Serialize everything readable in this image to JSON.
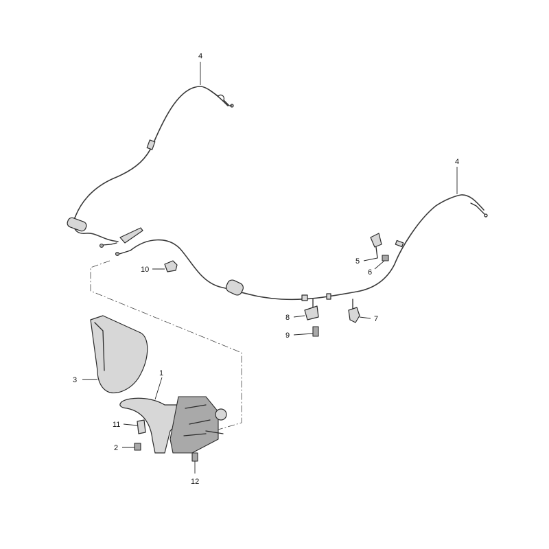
{
  "callouts": {
    "c1": "1",
    "c2": "2",
    "c3": "3",
    "c4a": "4",
    "c4b": "4",
    "c5": "5",
    "c6": "6",
    "c7": "7",
    "c8": "8",
    "c9": "9",
    "c10": "10",
    "c11": "11",
    "c12": "12"
  },
  "colors": {
    "line": "#2a2a2a",
    "shade": "#d7d7d7",
    "background": "#ffffff"
  }
}
